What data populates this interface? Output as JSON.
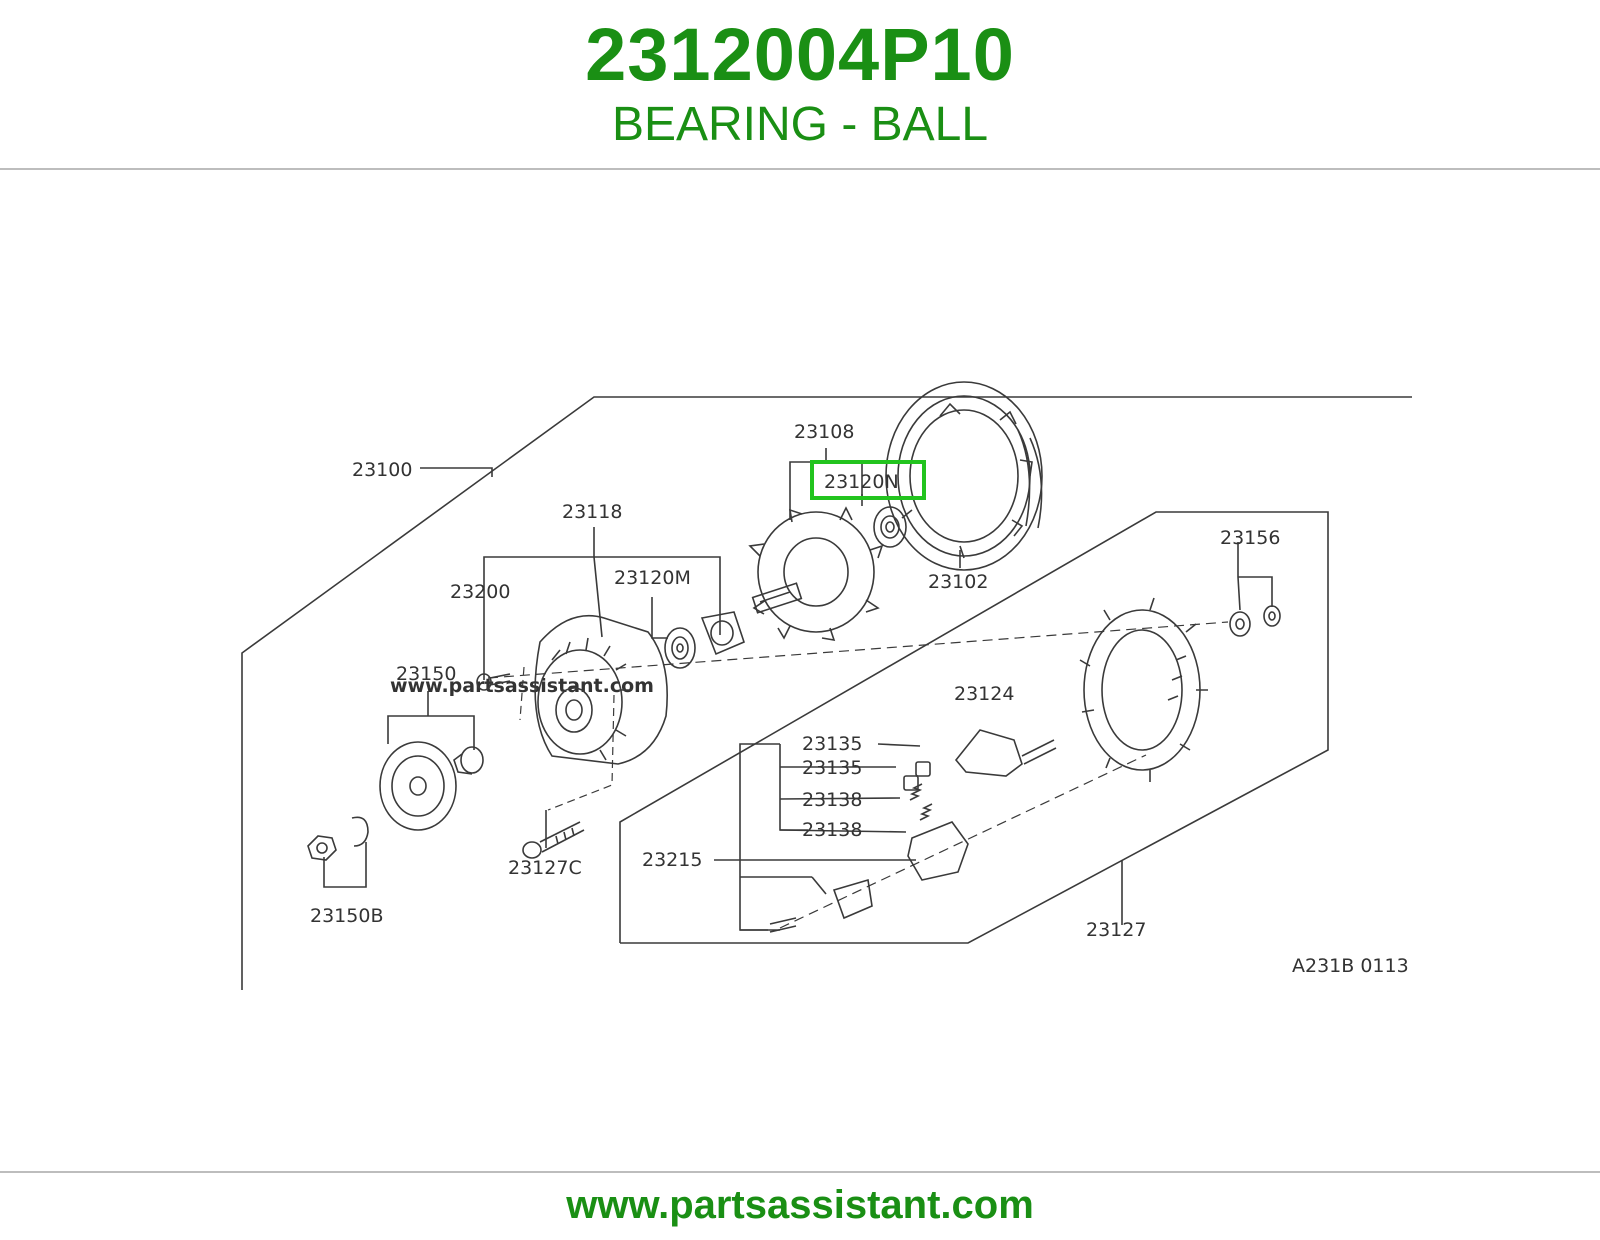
{
  "header": {
    "part_number": "2312004P10",
    "description": "BEARING - BALL"
  },
  "diagram": {
    "watermark": "www.partsassistant.com",
    "figure_code": "A231B 0113",
    "highlighted_callout": "23120N",
    "callouts": {
      "c23100": "23100",
      "c23108": "23108",
      "c23120N": "23120N",
      "c23118": "23118",
      "c23102": "23102",
      "c23156": "23156",
      "c23120M": "23120M",
      "c23200": "23200",
      "c23150": "23150",
      "c23124": "23124",
      "c23135a": "23135",
      "c23135b": "23135",
      "c23138a": "23138",
      "c23138b": "23138",
      "c23215": "23215",
      "c23127C": "23127C",
      "c23150B": "23150B",
      "c23127": "23127"
    },
    "highlight_color": "#22c41e"
  },
  "footer": {
    "site_url": "www.partsassistant.com"
  }
}
